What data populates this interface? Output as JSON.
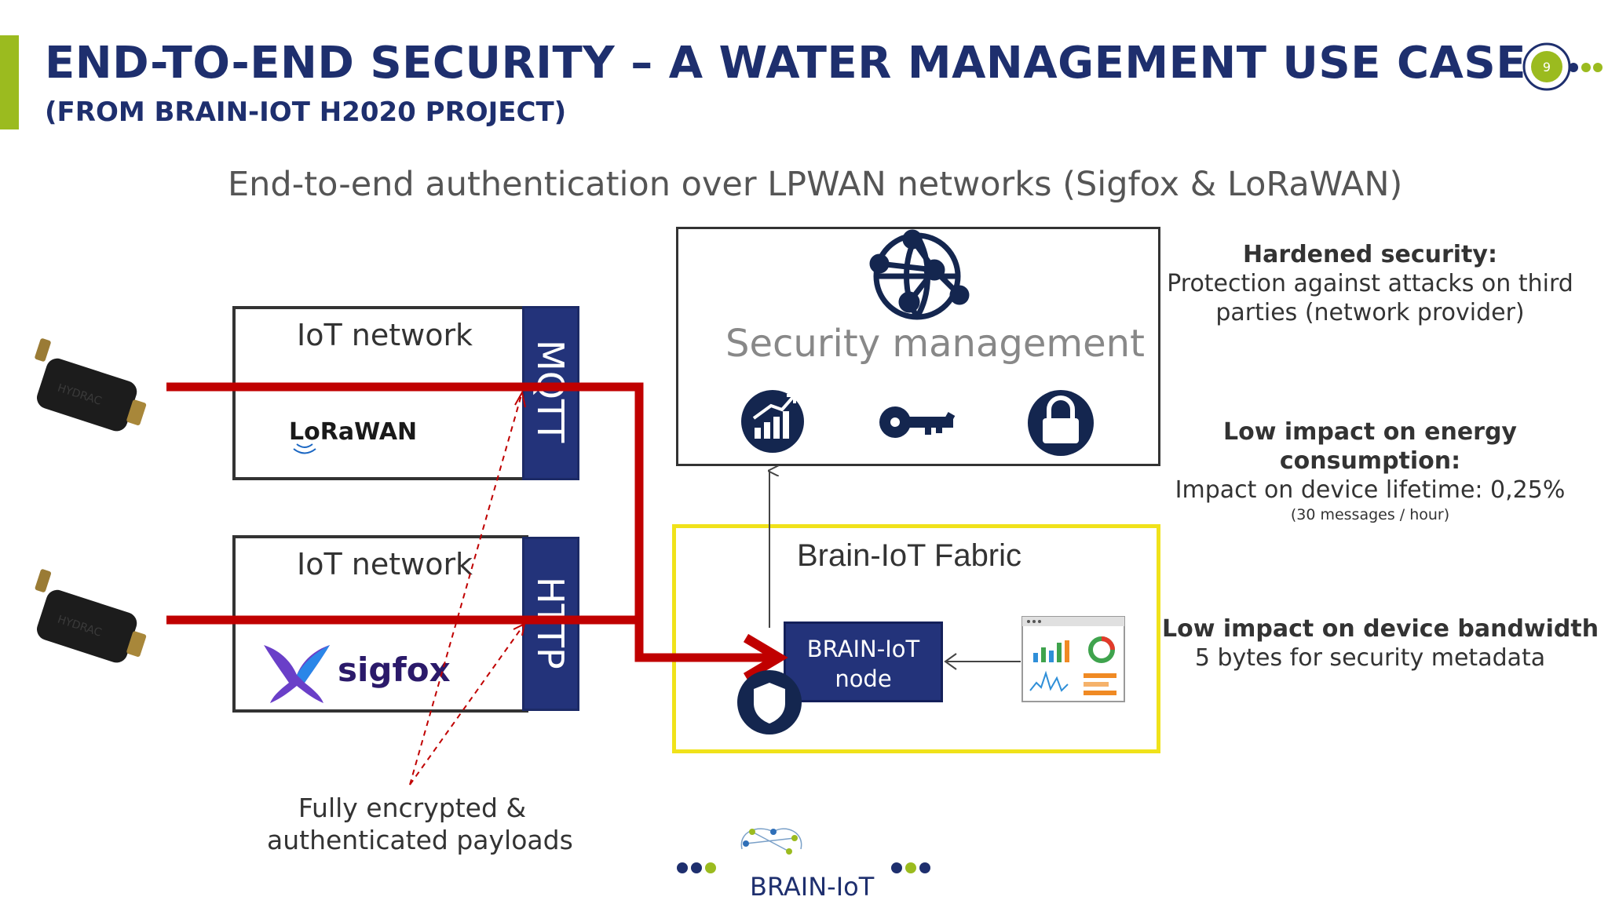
{
  "header": {
    "title": "END-TO-END SECURITY – A WATER MANAGEMENT USE CASE",
    "subtitle": "(FROM BRAIN-IOT H2020 PROJECT)",
    "page_number": "9"
  },
  "headline": "End-to-end authentication over LPWAN networks (Sigfox & LoRaWAN)",
  "networks": [
    {
      "label": "IoT network",
      "logo_text": "LoRaWAN",
      "protocol": "MQTT"
    },
    {
      "label": "IoT network",
      "logo_text": "sigfox",
      "protocol": "HTTP"
    }
  ],
  "security_management": {
    "title": "Security management",
    "icons": [
      "network-globe-icon",
      "growth-chart-icon",
      "key-icon",
      "lock-icon"
    ]
  },
  "fabric": {
    "title": "Brain-IoT Fabric",
    "node_line1": "BRAIN-IoT",
    "node_line2": "node",
    "icons": [
      "shield-icon",
      "dashboard-icon"
    ]
  },
  "payload_note": {
    "line1": "Fully encrypted &",
    "line2": "authenticated payloads"
  },
  "benefits": [
    {
      "heading": "Hardened security:",
      "lines": [
        "Protection against attacks on third",
        "parties (network provider)"
      ]
    },
    {
      "heading": [
        "Low impact on energy",
        "consumption:"
      ],
      "lines": [
        "Impact on device lifetime: 0,25%"
      ],
      "note": "(30 messages / hour)"
    },
    {
      "heading": "Low impact on device bandwidth :",
      "lines": [
        "5 bytes for security metadata"
      ]
    }
  ],
  "footer": {
    "logo_text": "BRAIN-IoT"
  },
  "device_label": "HYDRAC",
  "colors": {
    "title_navy": "#1e2f6e",
    "accent_green": "#9bbb1f",
    "flow_red": "#c00000",
    "protocol_navy": "#23337a",
    "fabric_yellow": "#f0e21a",
    "icon_navy": "#14264f"
  }
}
